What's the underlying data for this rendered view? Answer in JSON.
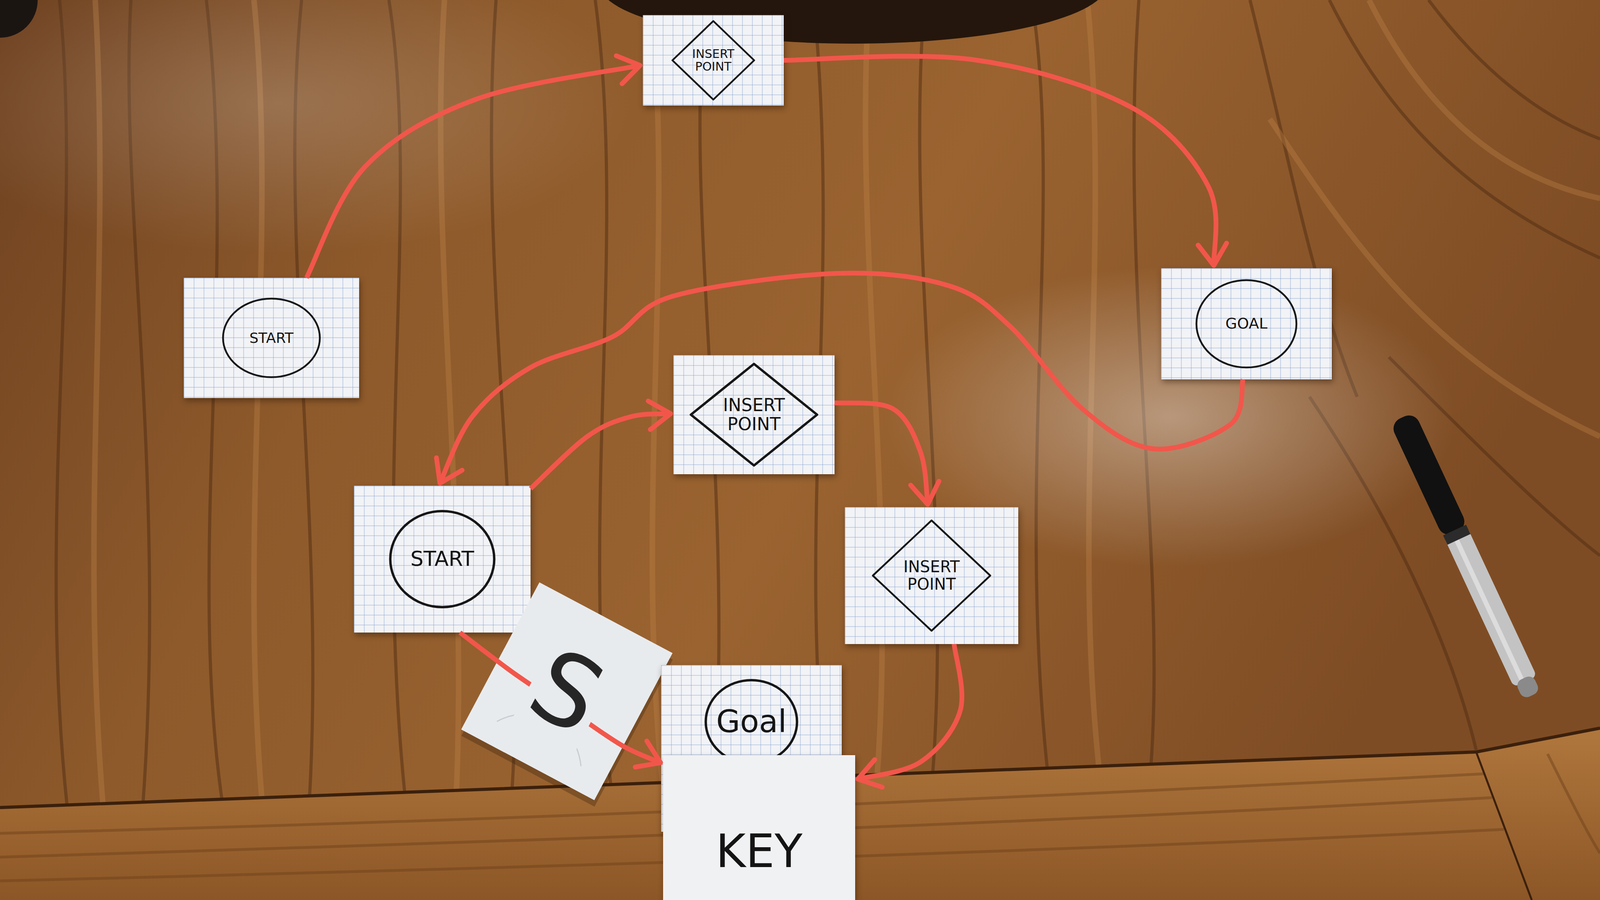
{
  "diagram": {
    "nodes": [
      {
        "text": [
          "INSERT POINT"
        ]
      },
      {
        "text": [
          "START"
        ]
      },
      {
        "text": [
          "GOAL"
        ]
      },
      {
        "text": [
          "INSERT POINT"
        ]
      },
      {
        "text": [
          "START"
        ]
      },
      {
        "text": [
          "INSERT POINT"
        ]
      },
      {
        "text": [
          "S"
        ]
      },
      {
        "text": [
          "Goal"
        ]
      },
      {
        "text": [
          "KEY"
        ]
      }
    ],
    "edges": [
      {
        "from": 1,
        "to": 0,
        "arrow": "to"
      },
      {
        "from": 0,
        "to": 2,
        "arrow": "to"
      },
      {
        "from": 2,
        "to": 4,
        "arrow": "to"
      },
      {
        "from": 4,
        "to": 3,
        "arrow": "to"
      },
      {
        "from": 3,
        "to": 5,
        "arrow": "to"
      },
      {
        "from": 4,
        "to": 8,
        "arrow": "to"
      },
      {
        "from": 5,
        "to": 8,
        "arrow": "to"
      }
    ]
  }
}
